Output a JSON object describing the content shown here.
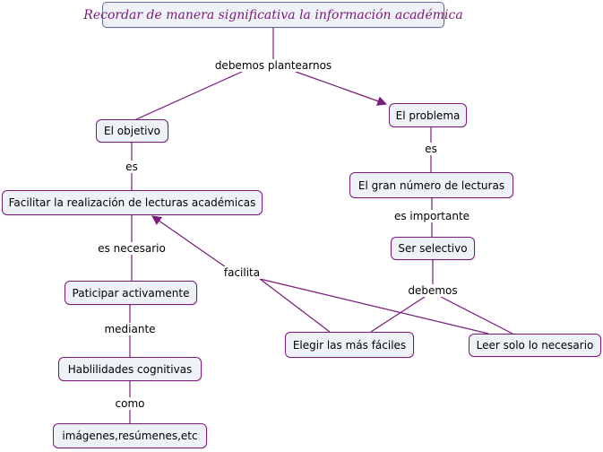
{
  "nodes": {
    "titulo": "Recordar de manera significativa la información académica",
    "objetivo": "El objetivo",
    "problema": "El problema",
    "facilitar": "Facilitar la realización de lecturas académicas",
    "gran_numero": "El gran número de lecturas",
    "selectivo": "Ser selectivo",
    "participar": "Paticipar activamente",
    "elegir": "Elegir las más fáciles",
    "leer": "Leer solo lo necesario",
    "habilidades": "Hablilidades cognitivas",
    "imagenes": "imágenes,resúmenes,etc"
  },
  "linking_phrases": {
    "plantearnos": "debemos plantearnos",
    "es_1": "es",
    "es_2": "es",
    "importante": "es importante",
    "necesario": "es necesario",
    "debemos": "debemos",
    "facilita": "facilita",
    "mediante": "mediante",
    "como": "como"
  },
  "colors": {
    "connector": "#7a1a7a",
    "node_border": "#7a1a7a",
    "node_fill": "#eef2f6",
    "title_text": "#7a1a7a"
  }
}
